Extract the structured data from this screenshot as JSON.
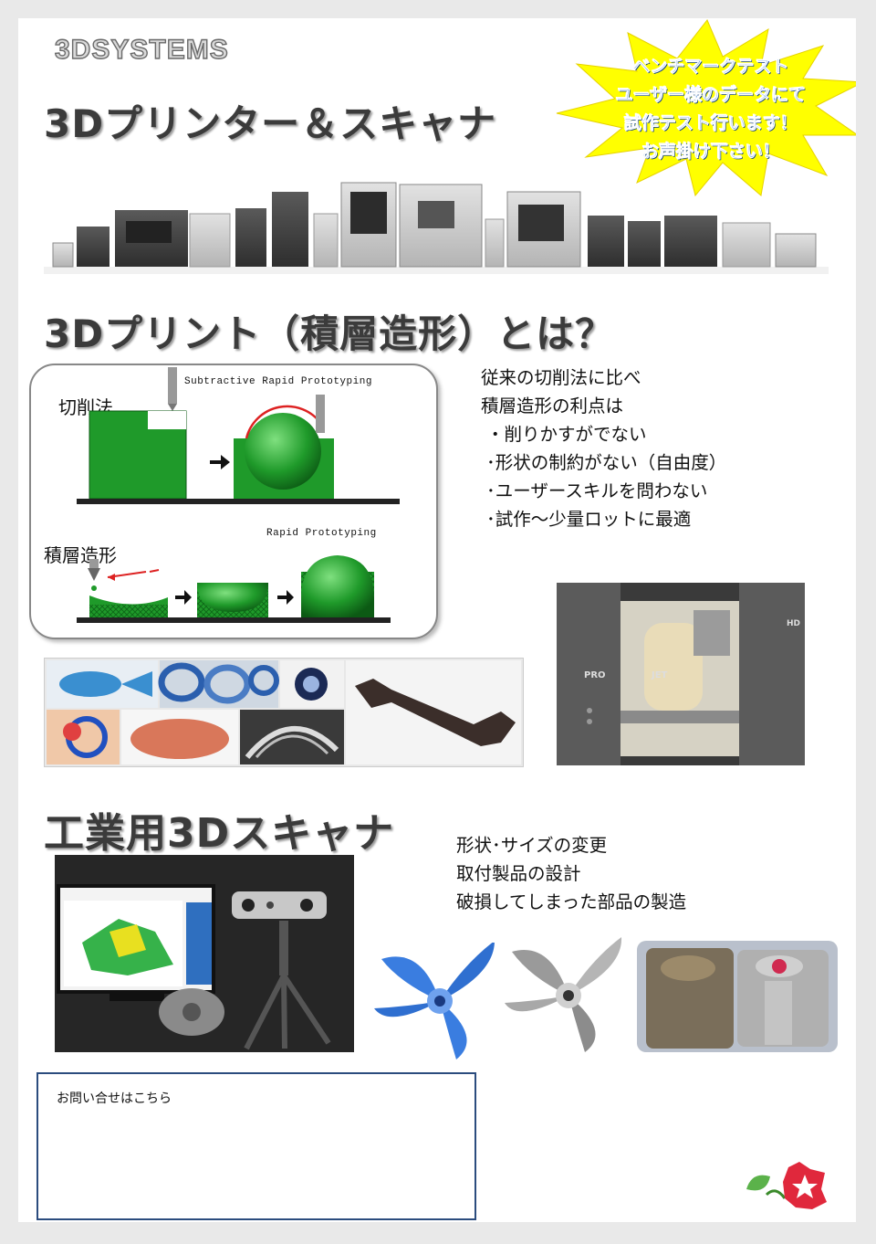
{
  "brand": "3DSYSTEMS",
  "title1": "3Dプリンター＆スキャナ",
  "star_lines": [
    "ベンチマークテスト",
    "ユーザー様のデータにて",
    "試作テスト行います！",
    "お声掛け下さい！"
  ],
  "title2": "3Dプリント（積層造形）とは？",
  "diagram": {
    "label_cut": "切削法",
    "caption_sub": "Subtractive Rapid Prototyping",
    "label_add": "積層造形",
    "caption_rp": "Rapid Prototyping"
  },
  "benefits": {
    "intro": [
      "従来の切削法に比べ",
      "積層造形の利点は"
    ],
    "items": [
      "・削りかすがでない",
      "･形状の制約がない（自由度）",
      "･ユーザースキルを問わない",
      "･試作～少量ロットに最適"
    ]
  },
  "projet": {
    "left": "PRO",
    "right": "JET",
    "corner": "HD"
  },
  "title3": "工業用3Dスキャナ",
  "scan_uses": [
    "形状･サイズの変更",
    "取付製品の設計",
    "破損してしまった部品の製造"
  ],
  "contact_label": "お問い合せはこちら",
  "colors": {
    "star": "#ffff00",
    "star_text": "#1f6fd1",
    "green": "#1f9a2a",
    "frame": "#2b4c7e"
  }
}
